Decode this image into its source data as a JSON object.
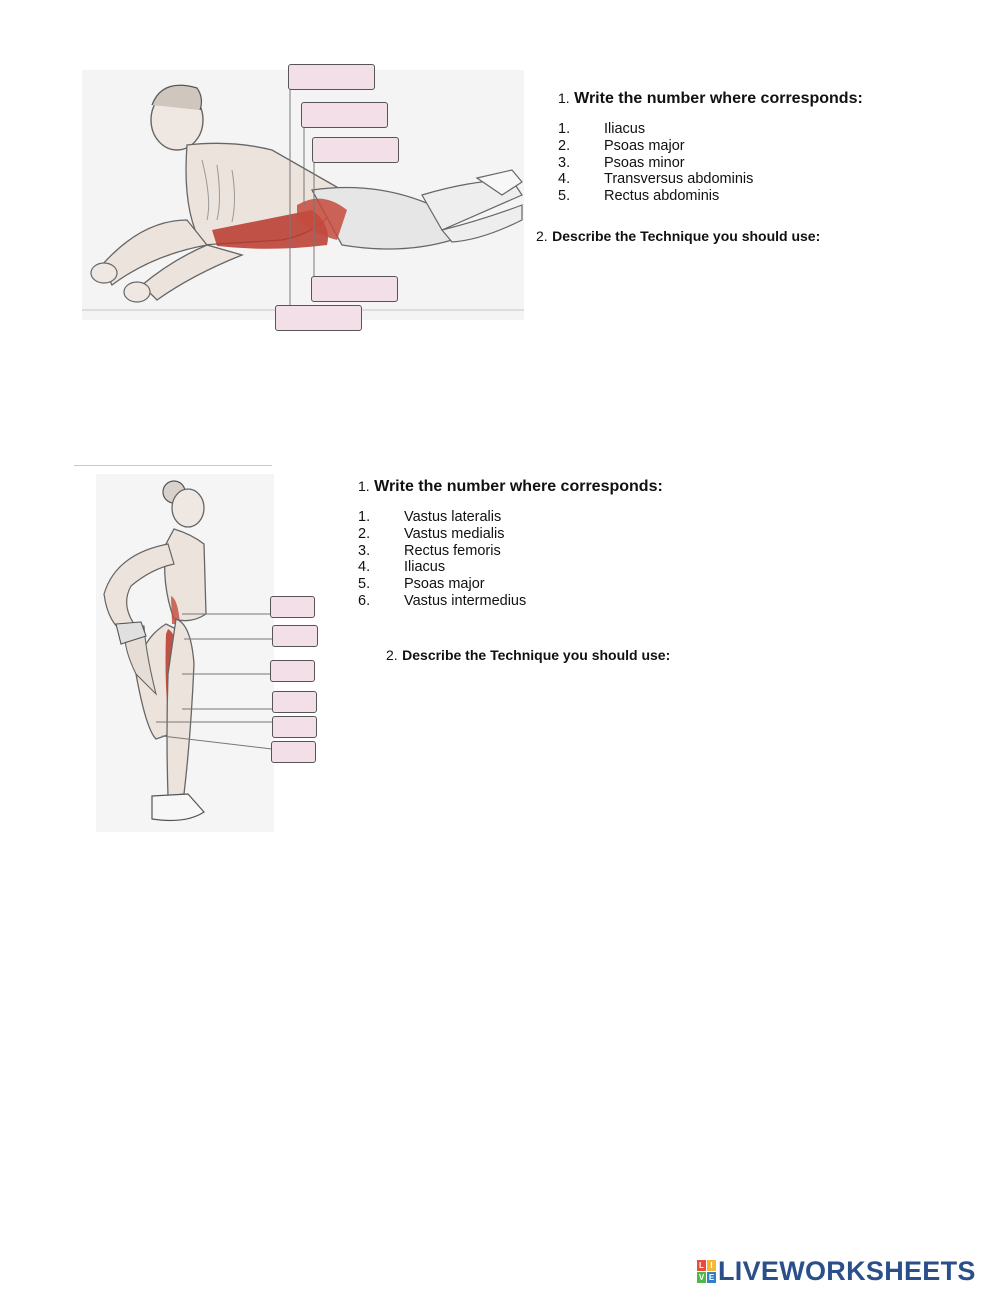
{
  "exercise1": {
    "q1_number": "1.",
    "q1_title": "Write the number where corresponds:",
    "muscles": [
      {
        "num": "1.",
        "name": "Iliacus"
      },
      {
        "num": "2.",
        "name": "Psoas major"
      },
      {
        "num": "3.",
        "name": "Psoas minor"
      },
      {
        "num": "4.",
        "name": "Transversus abdominis"
      },
      {
        "num": "5.",
        "name": "Rectus abdominis"
      }
    ],
    "q2_number": "2.",
    "q2_title": "Describe the Technique you should use:"
  },
  "exercise2": {
    "q1_number": "1.",
    "q1_title": "Write the number where corresponds:",
    "muscles": [
      {
        "num": "1.",
        "name": "Vastus lateralis"
      },
      {
        "num": "2.",
        "name": "Vastus medialis"
      },
      {
        "num": "3.",
        "name": "Rectus femoris"
      },
      {
        "num": "4.",
        "name": "Iliacus"
      },
      {
        "num": "5.",
        "name": "Psoas major"
      },
      {
        "num": "6.",
        "name": "Vastus intermedius"
      }
    ],
    "q2_number": "2.",
    "q2_title": "Describe the Technique you should use:"
  },
  "logo": {
    "live_letters": [
      "L",
      "I",
      "V",
      "E"
    ],
    "text": "LIVEWORKSHEETS",
    "colors": [
      "#e94b3c",
      "#f7b733",
      "#4fb848",
      "#2f80c9"
    ]
  },
  "colors": {
    "answer_box_fill": "#f2dfe8",
    "muscle_red": "#b8372c",
    "logo_blue": "#2a4f8a"
  }
}
